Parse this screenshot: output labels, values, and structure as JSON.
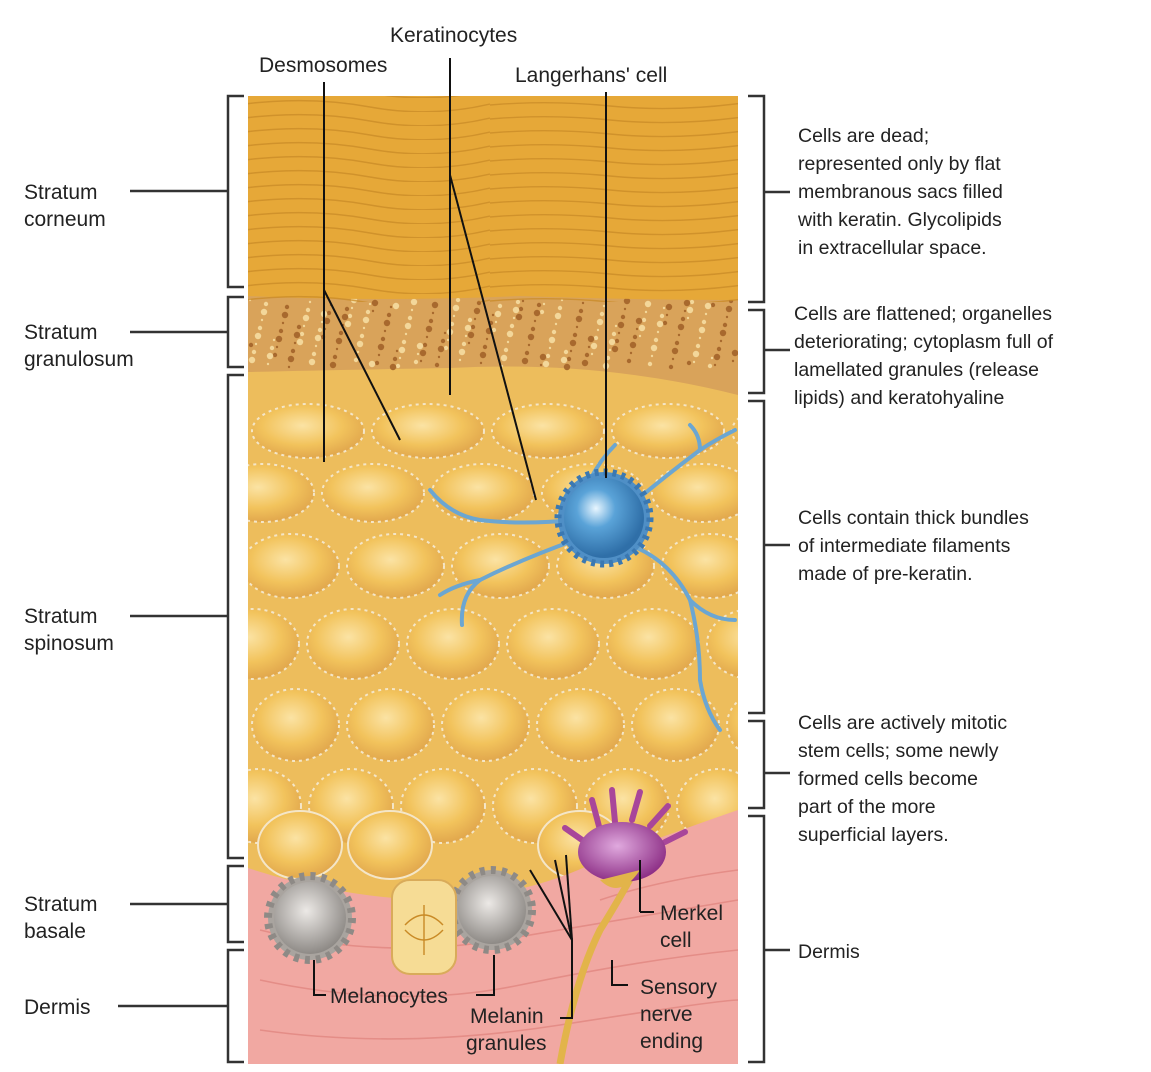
{
  "top_labels": {
    "desmosomes": "Desmosomes",
    "keratinocytes": "Keratinocytes",
    "langerhans": "Langerhans' cell"
  },
  "layers": {
    "corneum": [
      "Stratum",
      "corneum"
    ],
    "granulosum": [
      "Stratum",
      "granulosum"
    ],
    "spinosum": [
      "Stratum",
      "spinosum"
    ],
    "basale": [
      "Stratum",
      "basale"
    ],
    "dermis": "Dermis"
  },
  "descriptions": {
    "corneum": [
      "Cells are dead;",
      "represented only by flat",
      "membranous sacs filled",
      "with keratin. Glycolipids",
      "in extracellular space."
    ],
    "granulosum": [
      "Cells are flattened; organelles",
      "deteriorating; cytoplasm full of",
      "lamellated granules (release",
      "lipids) and keratohyaline"
    ],
    "spinosum": [
      "Cells contain thick bundles",
      "of intermediate filaments",
      "made of pre-keratin."
    ],
    "basale": [
      "Cells are actively mitotic",
      "stem cells; some newly",
      "formed cells become",
      "part of the more",
      "superficial layers."
    ],
    "dermis": "Dermis"
  },
  "inner_labels": {
    "merkel": [
      "Merkel",
      "cell"
    ],
    "melanocytes": "Melanocytes",
    "melanin": [
      "Melanin",
      "granules"
    ],
    "sensory": [
      "Sensory",
      "nerve",
      "ending"
    ]
  },
  "colors": {
    "corneum": "#e6a838",
    "granulosum": "#d49a52",
    "cell_fill": "#f3c867",
    "cell_outline": "#d9ab5a",
    "dermis": "#f1a8a2",
    "langerhans": "#4a8fc7",
    "merkel": "#a8469a",
    "melanocyte": "#b6b2ae",
    "nerve": "#e2b44a"
  }
}
